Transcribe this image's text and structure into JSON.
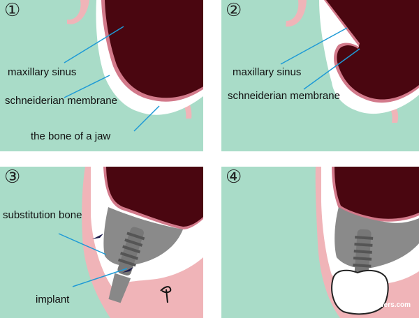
{
  "panels": [
    {
      "step": "①",
      "labels": {
        "sinus": "maxillary sinus",
        "membrane": "schneiderian membrane",
        "jaw": "the bone of a jaw"
      }
    },
    {
      "step": "②",
      "labels": {
        "sinus": "maxillary sinus",
        "membrane": "schneiderian membrane"
      }
    },
    {
      "step": "③",
      "labels": {
        "bone": "substitution bone",
        "implant": "implant"
      }
    },
    {
      "step": "④"
    }
  ],
  "watermark": "OralAnswers.com",
  "colors": {
    "background": "#a9dcc8",
    "sinus": "#4a0610",
    "membrane": "#d2798a",
    "bone": "#ffffff",
    "gum": "#f0b4b8",
    "graft": "#8a8a8a",
    "implant": "#777777",
    "leader_line": "#1e9ad6"
  }
}
